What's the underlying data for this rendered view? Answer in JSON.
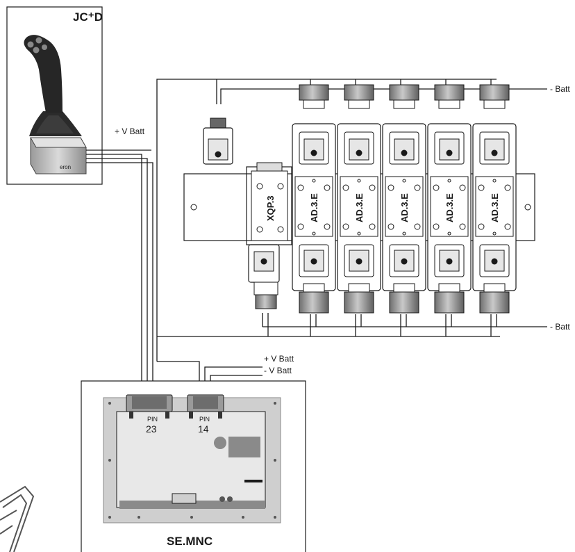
{
  "joystick": {
    "title": "JC⁺D",
    "brand": "eron"
  },
  "wires": {
    "joystick_supply": "+ V Batt",
    "neg_top": "- Batt",
    "neg_bottom": "- Batt",
    "controller_pos": "+ V Batt",
    "controller_neg": "- V Batt"
  },
  "valves": {
    "inlet": "XQP.3",
    "sections": [
      "AD.3.E",
      "AD.3.E",
      "AD.3.E",
      "AD.3.E",
      "AD.3.E"
    ]
  },
  "controller": {
    "name": "SE.MNC",
    "connector_left": {
      "label": "PIN",
      "number": "23"
    },
    "connector_right": {
      "label": "PIN",
      "number": "14"
    }
  },
  "colors": {
    "ink": "#1a1a1a",
    "panel": "#c8c8c8",
    "panel_dark": "#8a8a8a",
    "metal": "#a8a8a8"
  }
}
